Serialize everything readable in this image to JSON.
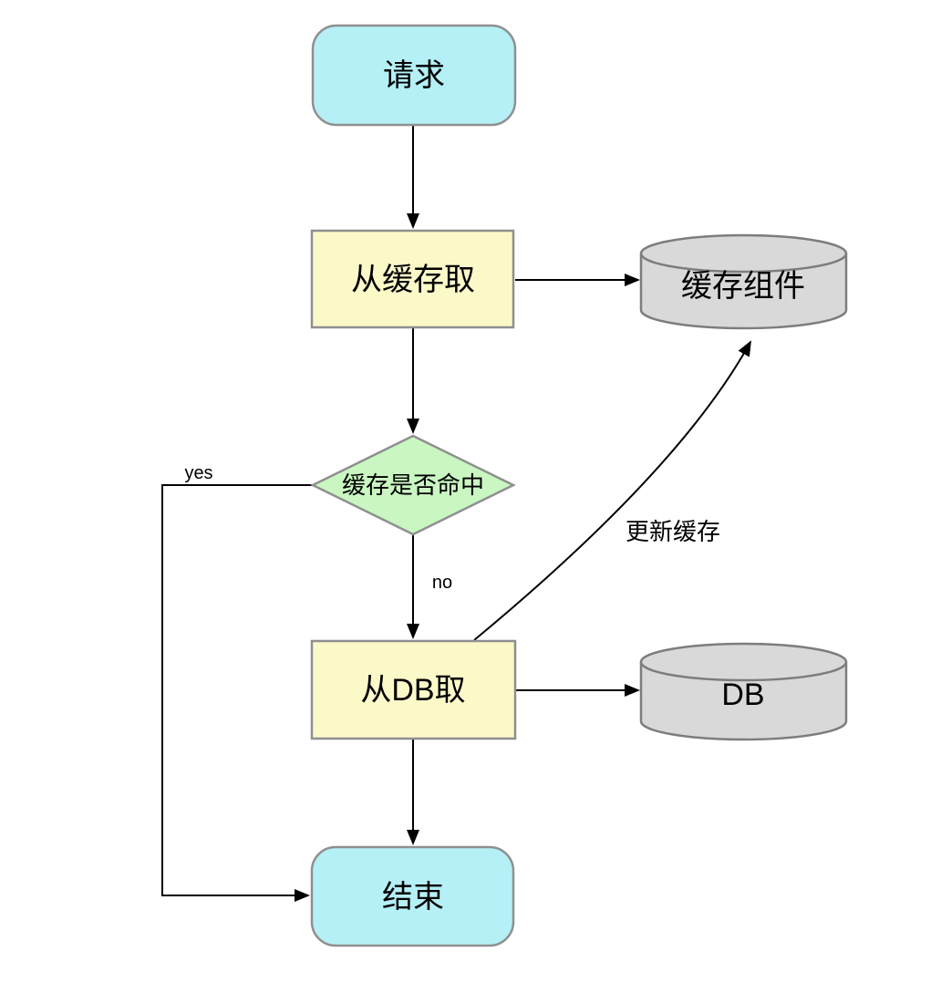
{
  "diagram": {
    "type": "flowchart",
    "nodes": {
      "request": {
        "label": "请求",
        "shape": "terminator"
      },
      "get_from_cache": {
        "label": "从缓存取",
        "shape": "process"
      },
      "cache_component": {
        "label": "缓存组件",
        "shape": "datastore"
      },
      "cache_hit": {
        "label": "缓存是否命中",
        "shape": "decision"
      },
      "get_from_db": {
        "label": "从DB取",
        "shape": "process"
      },
      "db": {
        "label": "DB",
        "shape": "datastore"
      },
      "end": {
        "label": "结束",
        "shape": "terminator"
      }
    },
    "edges": {
      "yes_label": "yes",
      "no_label": "no",
      "update_cache_label": "更新缓存"
    },
    "colors": {
      "terminator_fill": "#b4f0f6",
      "process_fill": "#fcf9c9",
      "decision_fill": "#c9f6c1",
      "datastore_fill": "#d9d9d9",
      "edge_stroke": "#000000",
      "border_gray": "#8f8f8f"
    }
  }
}
